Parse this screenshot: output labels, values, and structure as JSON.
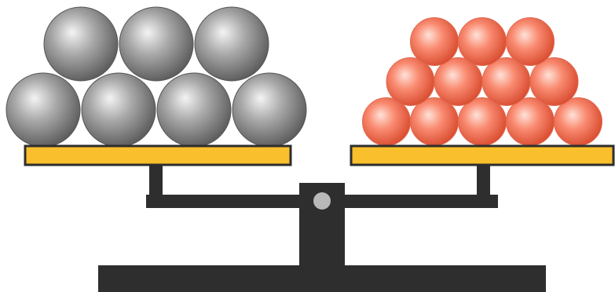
{
  "scene": {
    "description_icon": "balance-scale-icon",
    "colors": {
      "background": "#ffffff",
      "scale_body": "#2e2e2e",
      "pan": "#f9bf2c",
      "pan_outline": "#2e2e2e",
      "pivot": "#b8b8b8",
      "gray_ball_light": "#f4f4f4",
      "gray_ball_mid": "#a9a9a9",
      "gray_ball_dark": "#5c5c5c",
      "red_ball_light": "#ffe2d8",
      "red_ball_mid": "#f98a70",
      "red_ball_dark": "#d84a2e"
    },
    "left_pan": {
      "ball_type": "gray-ball",
      "rows": [
        {
          "count": 4
        },
        {
          "count": 3
        }
      ],
      "total_balls": 7
    },
    "right_pan": {
      "ball_type": "red-ball",
      "rows": [
        {
          "count": 5
        },
        {
          "count": 4
        },
        {
          "count": 3
        }
      ],
      "total_balls": 12
    }
  }
}
